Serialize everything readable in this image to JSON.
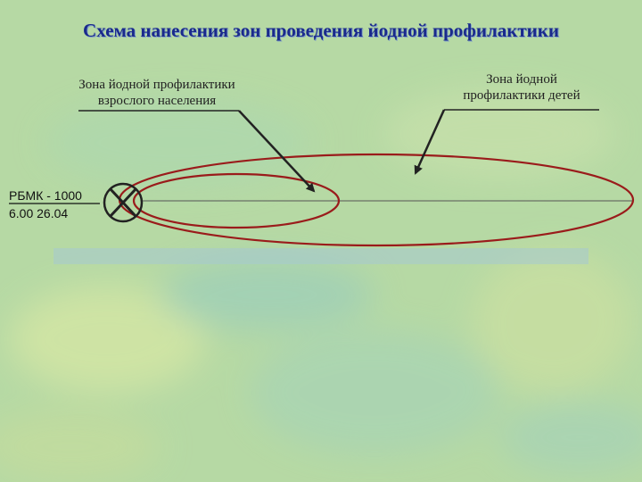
{
  "title": "Схема нанесения зон проведения йодной профилактики",
  "zones": {
    "adult": {
      "line1": "Зона йодной профилактики",
      "line2": "взрослого населения"
    },
    "children": {
      "line1": "Зона йодной",
      "line2": "профилактики детей"
    }
  },
  "reactor": {
    "name": "РБМК - 1000",
    "info": "6.00   26.04"
  },
  "colors": {
    "ellipse": "#9a1b1b",
    "title": "#1a2a8c",
    "arrow": "#222222",
    "background": "#b9dca7"
  }
}
